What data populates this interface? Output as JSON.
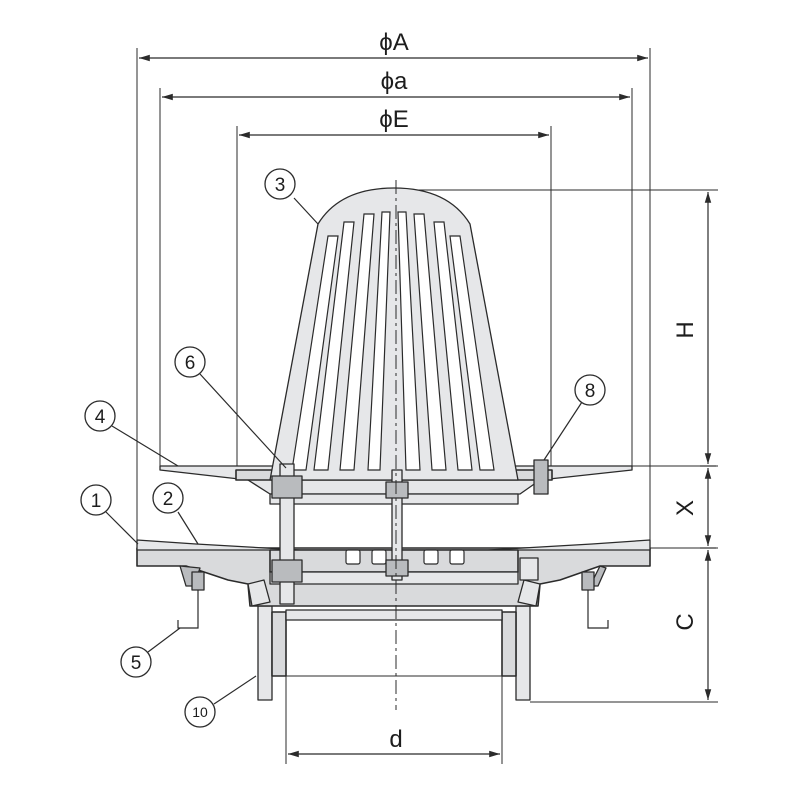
{
  "dimensions": {
    "phi_A": "ϕA",
    "phi_a": "ϕa",
    "phi_E": "ϕE",
    "H": "H",
    "X": "X",
    "C": "C",
    "d": "d"
  },
  "part_numbers": [
    "1",
    "2",
    "3",
    "4",
    "5",
    "6",
    "8",
    "10"
  ],
  "colors": {
    "line": "#2b2b2b",
    "metal": "#d9dadc",
    "metal_light": "#e6e7e9",
    "metal_dark": "#b9bbbe"
  }
}
